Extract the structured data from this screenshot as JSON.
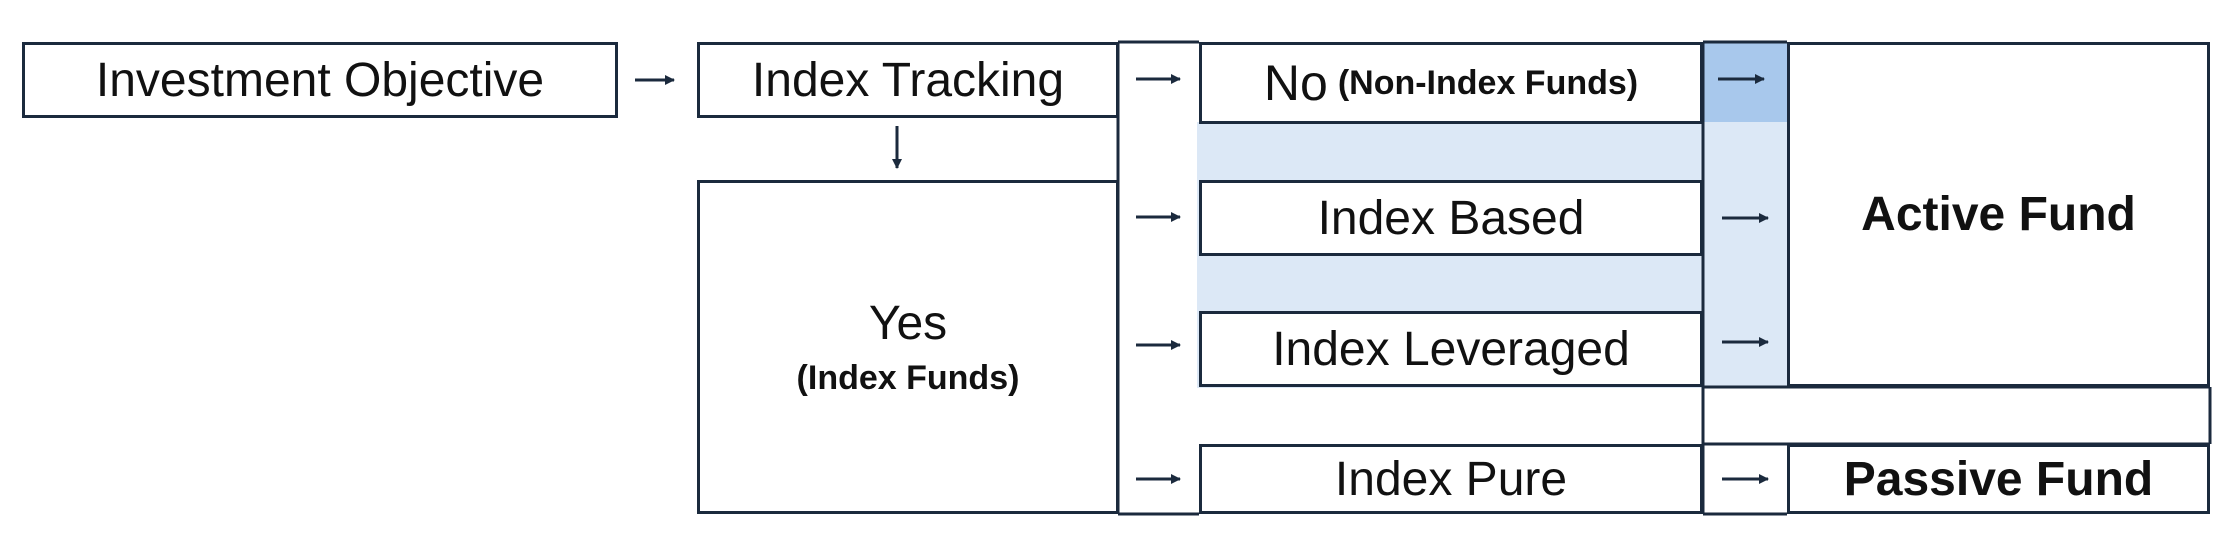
{
  "colors": {
    "border": "#1b2a3d",
    "light_fill": "#dce8f6",
    "dark_fill": "#a8c8ec",
    "arrow": "#1b2a3d"
  },
  "nodes": {
    "objective": "Investment Objective",
    "tracking": "Index Tracking",
    "no_main": "No",
    "no_sub": "(Non-Index Funds)",
    "yes_main": "Yes",
    "yes_sub": "(Index Funds)",
    "index_based": "Index Based",
    "index_leveraged": "Index Leveraged",
    "index_pure": "Index Pure",
    "active_fund": "Active Fund",
    "passive_fund": "Passive Fund"
  }
}
